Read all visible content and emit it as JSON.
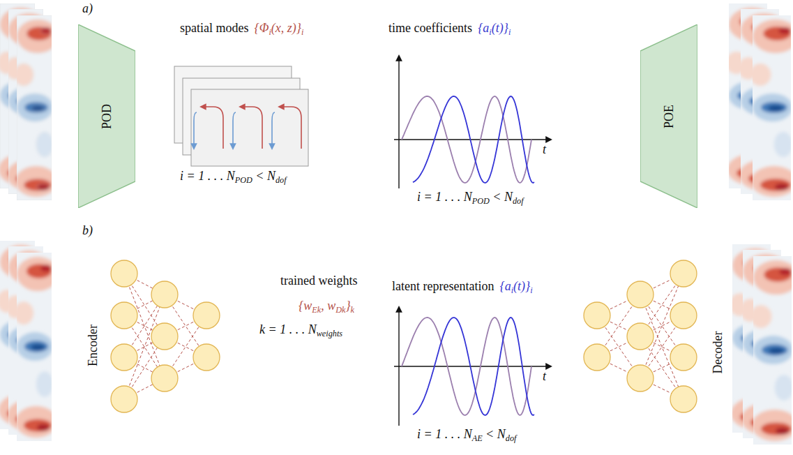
{
  "diagram": {
    "nodes": [
      {
        "text": [
          "POD"
        ]
      },
      {
        "text": [
          "POE"
        ]
      }
    ],
    "labels": [
      "a)",
      "spatial modes",
      "{Φi(x, z)}i",
      "time coefficients",
      "{ai(t)}i",
      "i = 1 . . . NPOD < Ndof",
      "i = 1 . . . NPOD < Ndof",
      "b)",
      "Encoder",
      "trained weights",
      "{wEk, wDk}k",
      "k = 1 . . . Nweights",
      "latent representation",
      "{ai(t)}i",
      "i = 1 . . . NAE < Ndof",
      "Decoder",
      "t",
      "t"
    ]
  }
}
